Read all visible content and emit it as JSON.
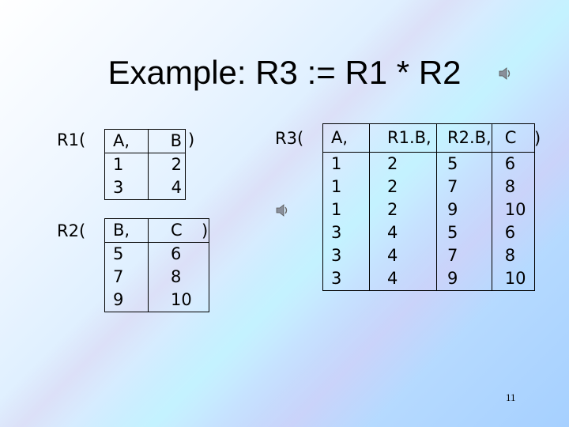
{
  "title": "Example: R3 := R1 * R2",
  "r1": {
    "label": "R1(",
    "close": ")",
    "headers": [
      "A,",
      "B"
    ],
    "rows": [
      [
        "1",
        "2"
      ],
      [
        "3",
        "4"
      ]
    ]
  },
  "r2": {
    "label": "R2(",
    "close": ")",
    "headers": [
      "B,",
      "C"
    ],
    "rows": [
      [
        "5",
        "6"
      ],
      [
        "7",
        "8"
      ],
      [
        "9",
        "10"
      ]
    ]
  },
  "r3": {
    "label": "R3(",
    "close": ")",
    "headers": [
      "A,",
      "R1.B,",
      "R2.B,",
      "C"
    ],
    "rows": [
      [
        "1",
        "2",
        "5",
        "6"
      ],
      [
        "1",
        "2",
        "7",
        "8"
      ],
      [
        "1",
        "2",
        "9",
        "10"
      ],
      [
        "3",
        "4",
        "5",
        "6"
      ],
      [
        "3",
        "4",
        "7",
        "8"
      ],
      [
        "3",
        "4",
        "9",
        "10"
      ]
    ]
  },
  "icons": [
    "speaker-icon",
    "speaker-icon"
  ],
  "page_number": "11"
}
